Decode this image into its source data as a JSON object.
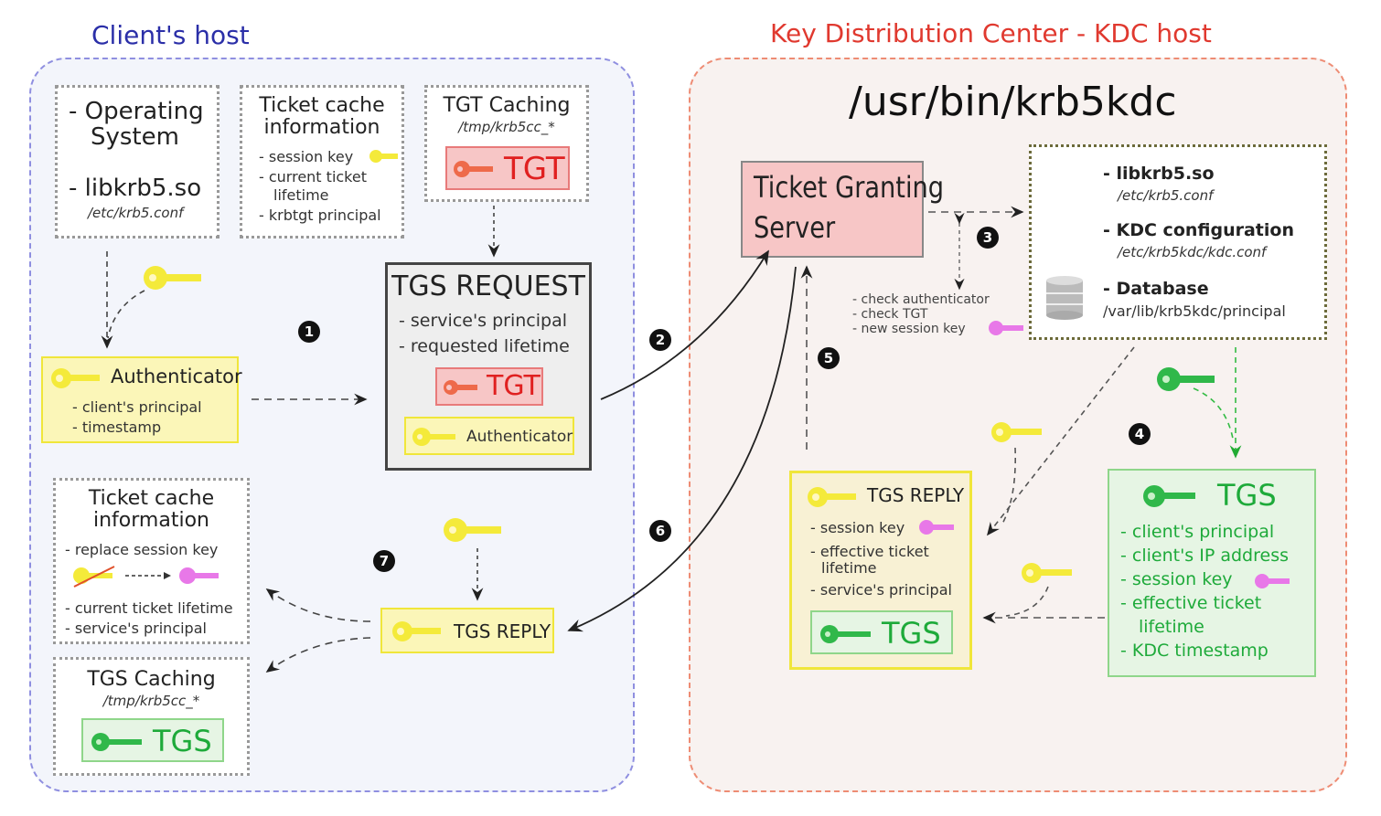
{
  "regions": {
    "client": {
      "title": "Client's host",
      "color": "#2b2fa8"
    },
    "kdc": {
      "title": "Key Distribution Center - KDC host",
      "color": "#e0392f",
      "binary": "/usr/bin/krb5kdc"
    }
  },
  "client": {
    "os_box": {
      "line1": "- Operating",
      "line2": "System",
      "lib": "- libkrb5.so",
      "conf": "/etc/krb5.conf"
    },
    "ticket_cache_1": {
      "title1": "Ticket cache",
      "title2": "information",
      "items": [
        "- session key",
        "- current ticket",
        "lifetime",
        "- krbtgt principal"
      ]
    },
    "tgt_caching": {
      "title": "TGT Caching",
      "path": "/tmp/krb5cc_*",
      "ticket": "TGT"
    },
    "authenticator": {
      "title": "Authenticator",
      "items": [
        "- client's principal",
        "- timestamp"
      ]
    },
    "tgs_request": {
      "title": "TGS REQUEST",
      "items": [
        "- service's principal",
        "- requested lifetime"
      ],
      "ticket": "TGT",
      "auth": "Authenticator"
    },
    "ticket_cache_2": {
      "title1": "Ticket cache",
      "title2": "information",
      "items": [
        "- replace session key",
        "- current ticket lifetime",
        "- service's principal"
      ]
    },
    "tgs_caching": {
      "title": "TGS Caching",
      "path": "/tmp/krb5cc_*",
      "ticket": "TGS"
    },
    "tgs_reply": {
      "title": "TGS REPLY"
    }
  },
  "kdc": {
    "tgs_server": {
      "line1": "Ticket Granting",
      "line2": "Server"
    },
    "config_box": {
      "lib": "- libkrb5.so",
      "lib_path": "/etc/krb5.conf",
      "kdc_conf": "- KDC configuration",
      "kdc_conf_path": "/etc/krb5kdc/kdc.conf",
      "db": "- Database",
      "db_path": "/var/lib/krb5kdc/principal"
    },
    "checks": [
      "- check authenticator",
      "- check TGT",
      "- new session key"
    ],
    "tgs_reply": {
      "title": "TGS REPLY",
      "items": [
        "- session key",
        "- effective ticket",
        "lifetime",
        "- service's principal"
      ],
      "ticket": "TGS"
    },
    "tgs_ticket": {
      "title": "TGS",
      "items": [
        "- client's principal",
        "- client's IP address",
        "- session key",
        "- effective ticket",
        "lifetime",
        "- KDC timestamp"
      ]
    }
  },
  "steps": [
    "1",
    "2",
    "3",
    "4",
    "5",
    "6",
    "7"
  ],
  "icons": {
    "yellow_key": "key-icon",
    "red_key": "key-icon",
    "green_key": "key-icon",
    "pink_key": "key-icon",
    "database": "database-icon"
  },
  "colors": {
    "tgt": "#e02020",
    "tgs": "#1eaa3a",
    "session_key": "#e060e0",
    "client_key": "#f0e020"
  }
}
